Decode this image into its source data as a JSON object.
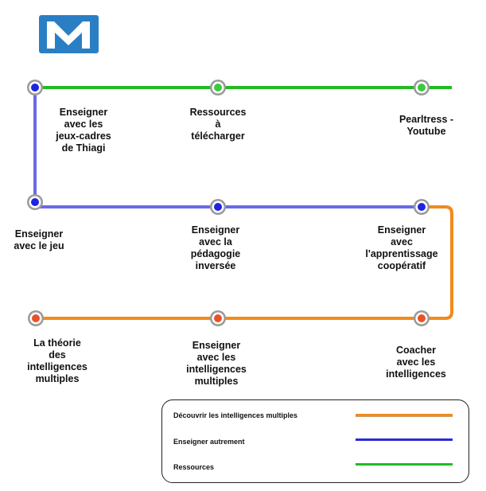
{
  "colors": {
    "green": "#22bb22",
    "blue": "#6a6ae8",
    "orange": "#f28a1c",
    "station_ring": "#9a9a9a",
    "station_blue": "#1f24e0",
    "station_green": "#3ec93e",
    "station_orange": "#e8522a",
    "logo": "#2a7fc4"
  },
  "logo": {
    "icon": "metro-m-logo-icon"
  },
  "stations": [
    {
      "id": "jeux-cadres",
      "line": "blue",
      "label": "Enseigner\navec les\njeux-cadres\nde Thiagi"
    },
    {
      "id": "ressources",
      "line": "green",
      "label": "Ressources\nà\ntélécharger"
    },
    {
      "id": "pearltress",
      "line": "green",
      "label": "Pearltress -\nYoutube"
    },
    {
      "id": "jeu",
      "line": "blue",
      "label": "Enseigner\navec le jeu"
    },
    {
      "id": "pedagogie-inversee",
      "line": "blue",
      "label": "Enseigner\navec la\npédagogie\ninversée"
    },
    {
      "id": "apprentissage-cooperatif",
      "line": "blue",
      "label": "Enseigner\navec\nl'apprentissage\ncoopératif"
    },
    {
      "id": "theorie-im",
      "line": "orange",
      "label": "La théorie\ndes\nintelligences\nmultiples"
    },
    {
      "id": "enseigner-im",
      "line": "orange",
      "label": "Enseigner\navec les\nintelligences\nmultiples"
    },
    {
      "id": "coacher-im",
      "line": "orange",
      "label": "Coacher\navec les\nintelligences"
    }
  ],
  "legend": [
    {
      "label": "Découvrir les intelligences multiples",
      "color": "#f28a1c"
    },
    {
      "label": "Enseigner autrement",
      "color": "#2b2bd6"
    },
    {
      "label": "Ressources",
      "color": "#22bb22"
    }
  ]
}
